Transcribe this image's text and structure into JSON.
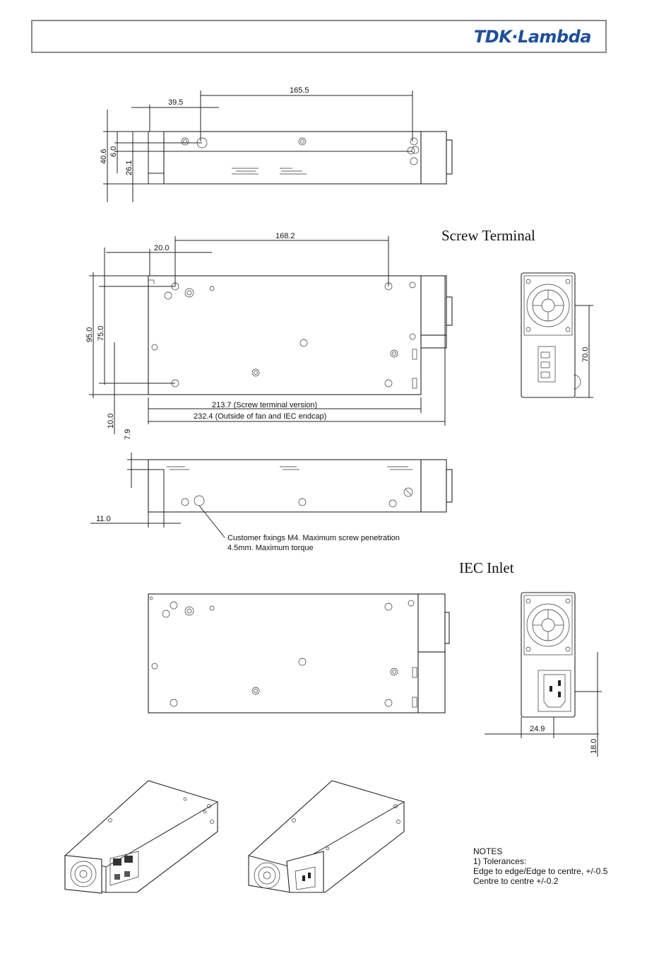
{
  "header": {
    "logo_tdk": "TDK",
    "logo_sep": "·",
    "logo_lambda": "Lambda",
    "brand_color": "#1d4f9c"
  },
  "views": {
    "screw_terminal_title": "Screw Terminal",
    "iec_inlet_title": "IEC Inlet"
  },
  "dimensions": {
    "top_view": {
      "d1": "165.5",
      "d2": "39.5",
      "d3": "40.6",
      "d4": "6.0",
      "d5": "26.1"
    },
    "plan_view": {
      "d1": "168.2",
      "d2": "20.0",
      "d3": "95.0",
      "d4": "75.0",
      "d5": "10.0",
      "d6": "213.7 (Screw terminal version)",
      "d7": "232.4 (Outside of fan and IEC endcap)"
    },
    "side_view": {
      "d1": "7.9",
      "d2": "11.0"
    },
    "end_screw": {
      "d1": "70.0"
    },
    "end_iec": {
      "d1": "24.9",
      "d2": "18.0"
    }
  },
  "callout": {
    "line1": "Customer fixings M4. Maximum screw penetration",
    "line2": "4.5mm. Maximum torque"
  },
  "notes": {
    "heading": "NOTES",
    "item1": "1) Tolerances:",
    "item2": "Edge to edge/Edge to centre, +/-0.5",
    "item3": "Centre to centre +/-0.2"
  }
}
